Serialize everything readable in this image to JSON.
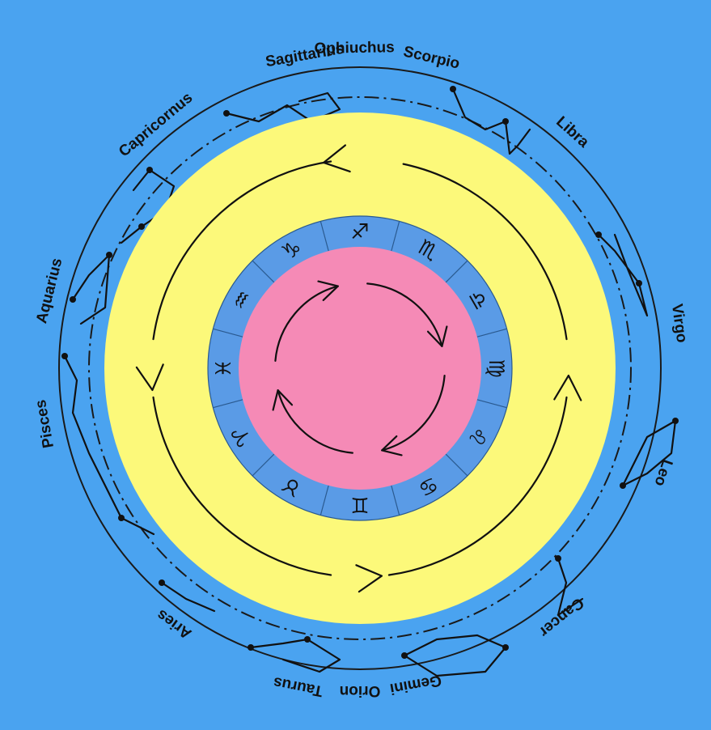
{
  "colors": {
    "background": "#4aa3f0",
    "outer_ring_line": "#1a1a1a",
    "yellow_band": "#fcf97a",
    "sign_ring": "#5a9be6",
    "pink_center": "#f58ab6",
    "ink": "#111111"
  },
  "constellations": [
    {
      "key": "ophiuchus",
      "label": "Ophiuchus"
    },
    {
      "key": "scorpio",
      "label": "Scorpio"
    },
    {
      "key": "libra",
      "label": "Libra"
    },
    {
      "key": "virgo",
      "label": "Virgo"
    },
    {
      "key": "leo",
      "label": "Leo"
    },
    {
      "key": "cancer",
      "label": "Cancer"
    },
    {
      "key": "gemini",
      "label": "Gemini"
    },
    {
      "key": "orion",
      "label": "Orion"
    },
    {
      "key": "taurus",
      "label": "Taurus"
    },
    {
      "key": "aries",
      "label": "Aries"
    },
    {
      "key": "pisces",
      "label": "Pisces"
    },
    {
      "key": "aquarius",
      "label": "Aquarius"
    },
    {
      "key": "capricornus",
      "label": "Capricornus"
    },
    {
      "key": "sagittarius",
      "label": "Sagittarius"
    }
  ],
  "zodiac_signs": [
    {
      "key": "sagittarius",
      "glyph": "♐"
    },
    {
      "key": "scorpio",
      "glyph": "♏"
    },
    {
      "key": "libra",
      "glyph": "♎"
    },
    {
      "key": "virgo",
      "glyph": "♍"
    },
    {
      "key": "leo",
      "glyph": "♌"
    },
    {
      "key": "cancer",
      "glyph": "♋"
    },
    {
      "key": "gemini",
      "glyph": "♊"
    },
    {
      "key": "taurus",
      "glyph": "♉"
    },
    {
      "key": "aries",
      "glyph": "♈"
    },
    {
      "key": "pisces",
      "glyph": "♓"
    },
    {
      "key": "aquarius",
      "glyph": "♒"
    },
    {
      "key": "capricorn",
      "glyph": "♑"
    }
  ],
  "arrows": {
    "outer_direction": "counter-clockwise",
    "inner_direction": "clockwise"
  }
}
